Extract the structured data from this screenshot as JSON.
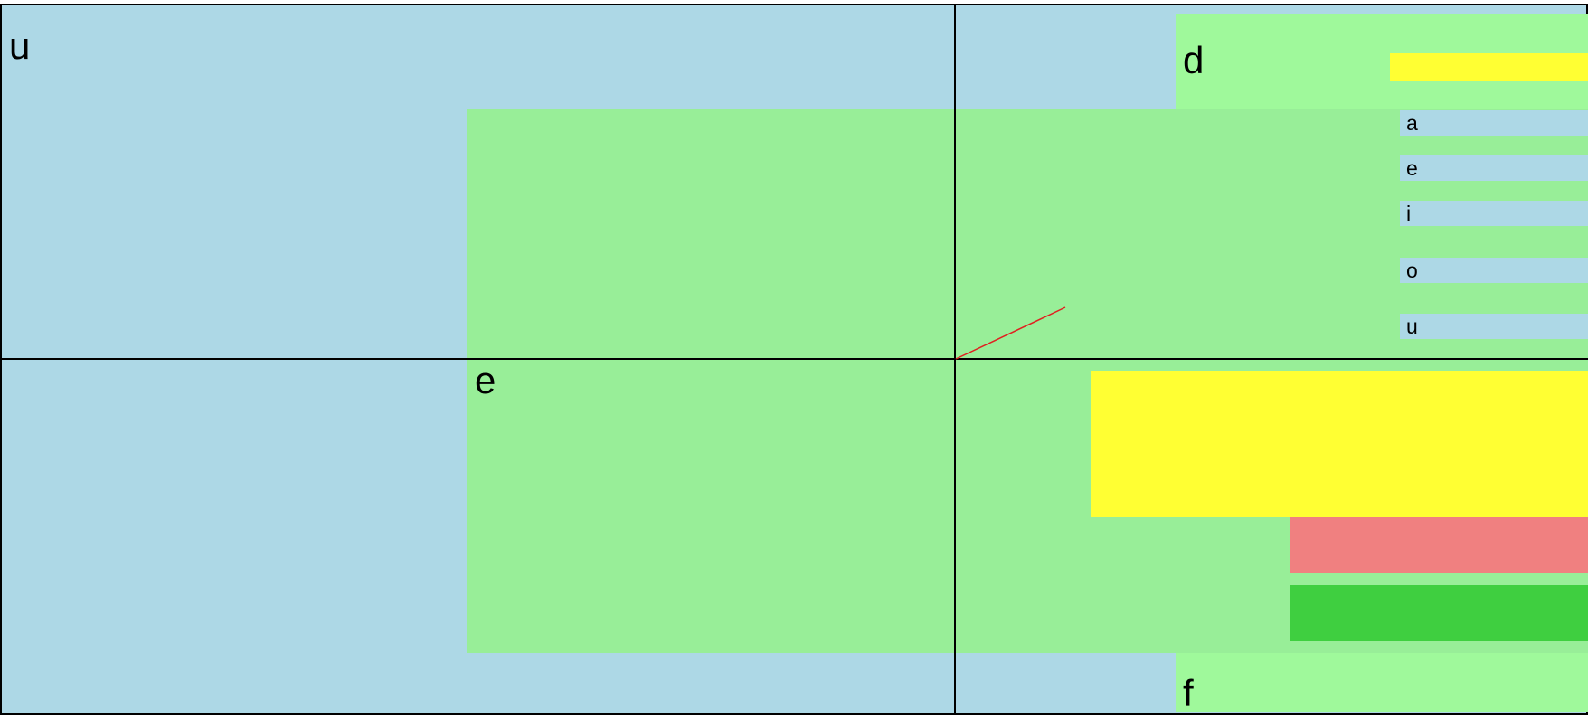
{
  "labels": {
    "top_left": "u",
    "top_right": "d",
    "middle": "e",
    "bottom_right": "f"
  },
  "list_items": [
    "a",
    "e",
    "i",
    "o",
    "u"
  ],
  "colors": {
    "background": "#add8e6",
    "green": "#98ee98",
    "light_green": "#9ff99b",
    "yellow": "#ffff33",
    "salmon": "#f08080",
    "strong_green": "#3fcf40",
    "line": "#000000",
    "red_line": "#e02020"
  }
}
